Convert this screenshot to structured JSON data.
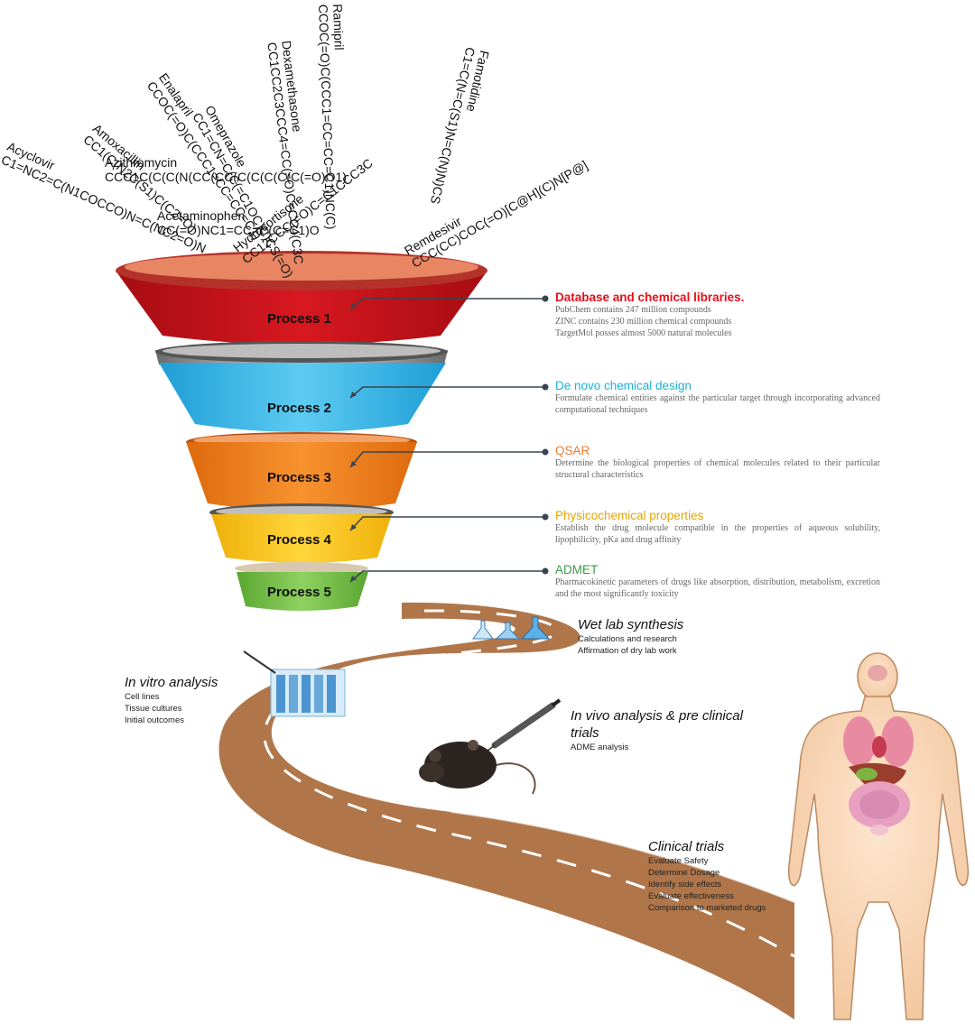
{
  "drugs": [
    {
      "name": "Acyclovir",
      "smiles": "C1=NC2=C(N1COCCO)N=C(NC2=O)N"
    },
    {
      "name": "Azithromycin",
      "smiles": "CCC1C(C(C(N(CC(CC(C(C(C(C(C(=O)O1)"
    },
    {
      "name": "Acetaminophen",
      "smiles": "CC(=O)NC1=CC=C(C=C1)O"
    },
    {
      "name": "Amoxacillin",
      "smiles": "CC1(C(N2C(S1)C(C2=O)"
    },
    {
      "name": "Enalapril",
      "smiles": "CCOC(=O)C(CCC1=CC=CC=C1)"
    },
    {
      "name": "Omeprazole",
      "smiles": "CC1=CN=C(C(=C1OC)C)CS(=O)"
    },
    {
      "name": "Hydrocortisone",
      "smiles": "CC12CCC(=O)C=C1CCC3C"
    },
    {
      "name": "Dexamethasone",
      "smiles": "CC1CC2C3CCC4=CC(=O)C=CC4(C3C"
    },
    {
      "name": "Ramipril",
      "smiles": "CCOC(=O)C(CCC1=CC=CC=C1)NC(C)"
    },
    {
      "name": "Famotidine",
      "smiles": "C1=C(N=C(S1)N=C(N)N)CS"
    },
    {
      "name": "Remdesivir",
      "smiles": "CCC(CC)COC(=O)[C@H](C)N[P@]"
    }
  ],
  "processes": [
    {
      "label": "Process 1",
      "title": "Database and chemical libraries.",
      "title_color": "#e8101a",
      "title_bold": true,
      "lines": [
        "PubChem contains 247 million compounds",
        "ZINC contains 230 million chemical compounds",
        "TargetMol posses almost 5000 natural molecules"
      ]
    },
    {
      "label": "Process 2",
      "title": "De novo chemical design",
      "title_color": "#1ab3dc",
      "title_bold": false,
      "lines": [
        "Formulate chemical entities against the particular target through incorporating advanced computational techniques"
      ]
    },
    {
      "label": "Process 3",
      "title": "QSAR",
      "title_color": "#ee7d31",
      "title_bold": false,
      "lines": [
        "Determine the biological properties of chemical molecules related to their particular structural characteristics"
      ]
    },
    {
      "label": "Process 4",
      "title": "Physicochemical properties",
      "title_color": "#e5a500",
      "title_bold": false,
      "lines": [
        "Establish the drug molecule compatible in the properties of aqueous solubility, lipophilicity, pKa and drug affinity"
      ]
    },
    {
      "label": "Process 5",
      "title": "ADMET",
      "title_color": "#3b9a47",
      "title_bold": false,
      "lines": [
        "Pharmacokinetic parameters of drugs like absorption, distribution, metabolism, excretion and the most significantly toxicity"
      ]
    }
  ],
  "stages": [
    {
      "title": "Wet lab synthesis",
      "items": [
        "Calculations and research",
        "Affirmation of dry lab work"
      ]
    },
    {
      "title": "In vitro analysis",
      "items": [
        "Cell lines",
        "Tissue cultures",
        "Initial outcomes"
      ]
    },
    {
      "title": "In vivo analysis & pre clinical trials",
      "items": [
        "ADME analysis"
      ]
    },
    {
      "title": "Clinical trials",
      "items": [
        "Evaluate Safety",
        "Determine Dosage",
        "Identify side effects",
        "Evaluate effectiveness",
        "Comparison to marketed drugs"
      ]
    }
  ],
  "colors": {
    "funnel": [
      "#c8101a",
      "#36b8ea",
      "#ef7a1a",
      "#f9c412",
      "#76c043"
    ],
    "road": "#b0764a",
    "road_edge": "#ffffff",
    "connector": "#3a4450"
  },
  "icons": [
    "flask-icon",
    "cell-plate-icon",
    "syringe-icon",
    "mouse-icon",
    "human-body-icon"
  ]
}
